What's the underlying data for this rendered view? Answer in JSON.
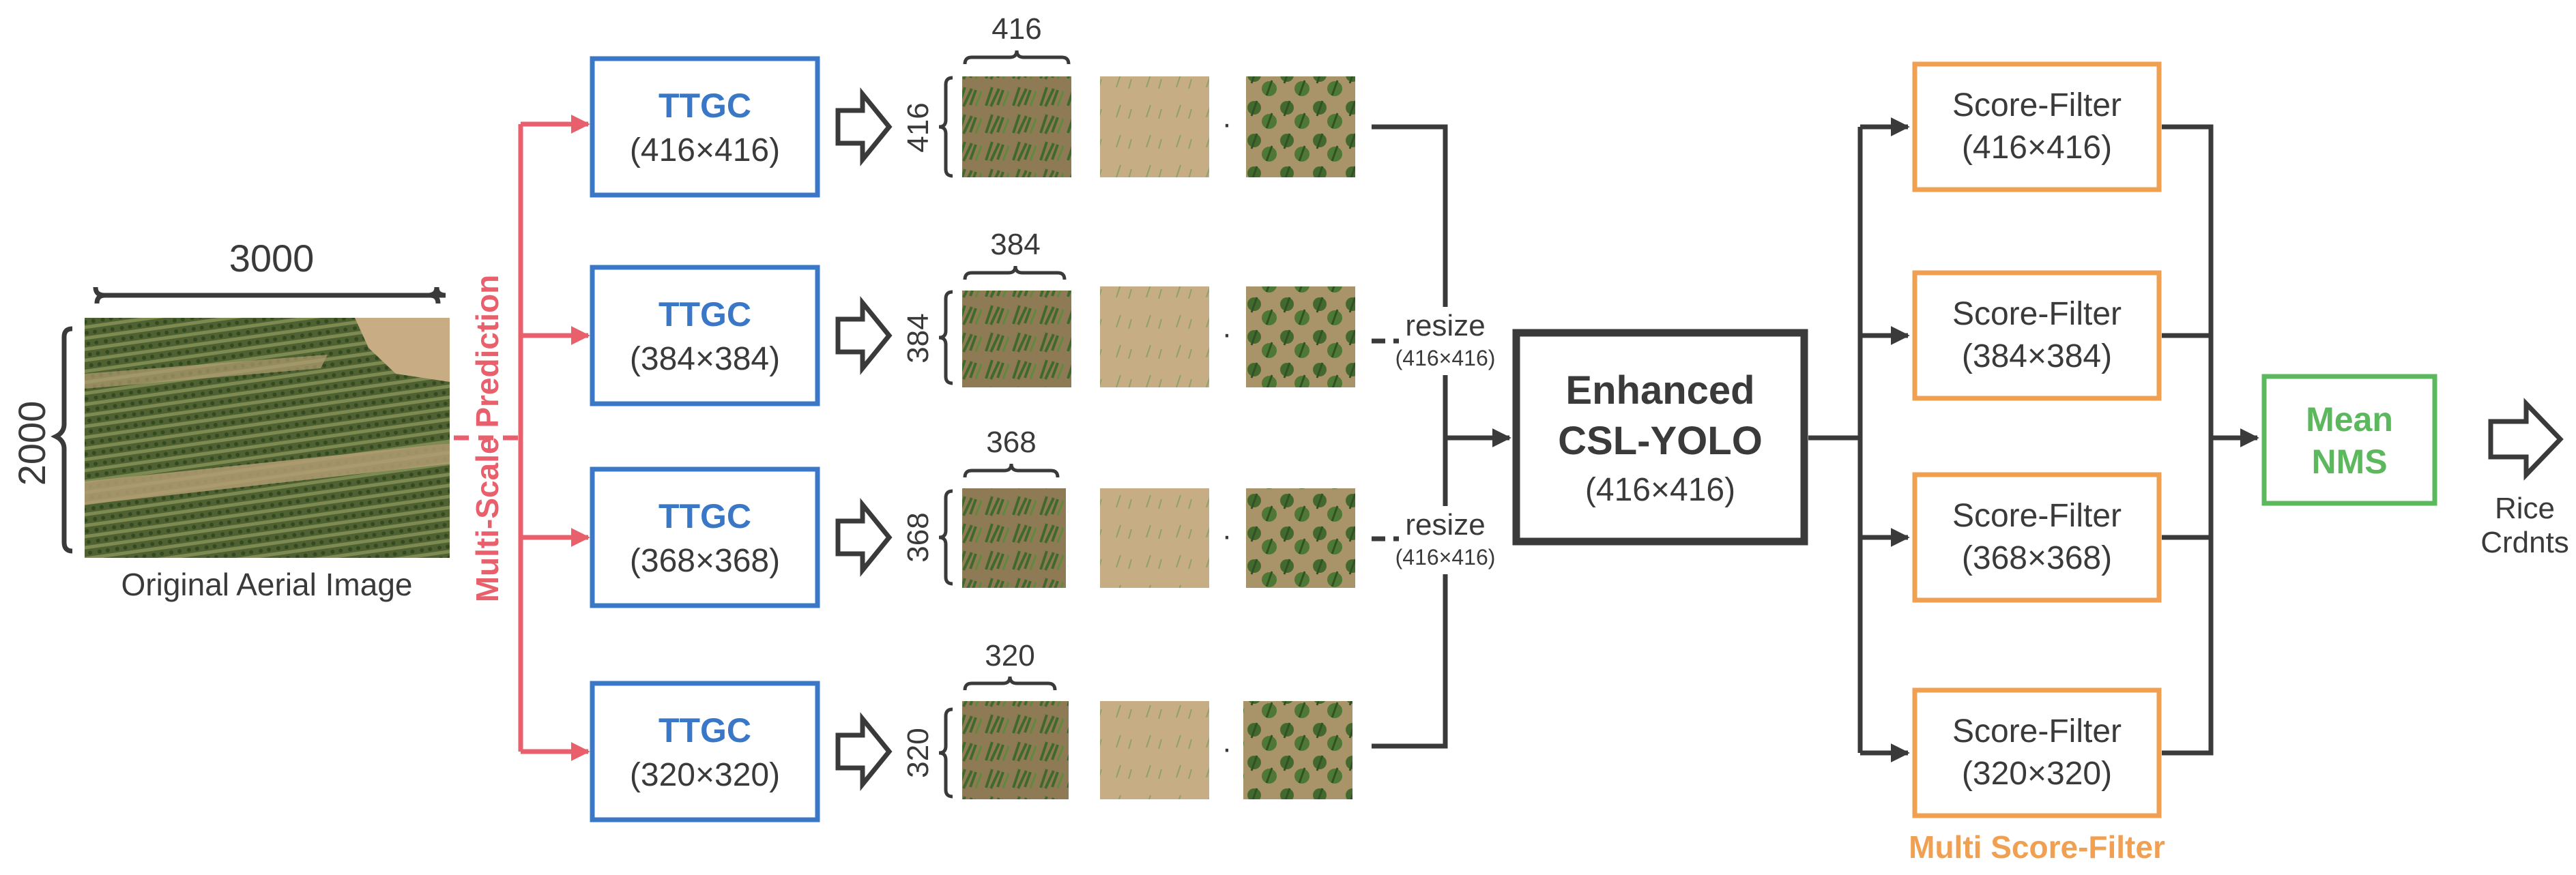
{
  "original_image": {
    "caption": "Original Aerial Image",
    "width_label": "3000",
    "height_label": "2000"
  },
  "multi_scale_label": "Multi-Scale Prediction",
  "scales": [
    {
      "ttgc_title": "TTGC",
      "ttgc_size": "(416×416)",
      "crop_size": "416"
    },
    {
      "ttgc_title": "TTGC",
      "ttgc_size": "(384×384)",
      "crop_size": "384"
    },
    {
      "ttgc_title": "TTGC",
      "ttgc_size": "(368×368)",
      "crop_size": "368"
    },
    {
      "ttgc_title": "TTGC",
      "ttgc_size": "(320×320)",
      "crop_size": "320"
    }
  ],
  "resize": [
    {
      "label": "resize",
      "size": "(416×416)"
    },
    {
      "label": "resize",
      "size": "(416×416)"
    }
  ],
  "detector": {
    "line1": "Enhanced",
    "line2": "CSL-YOLO",
    "size": "(416×416)"
  },
  "score_filters": [
    {
      "title": "Score-Filter",
      "size": "(416×416)"
    },
    {
      "title": "Score-Filter",
      "size": "(384×384)"
    },
    {
      "title": "Score-Filter",
      "size": "(368×368)"
    },
    {
      "title": "Score-Filter",
      "size": "(320×320)"
    }
  ],
  "multi_score_filter_label": "Multi Score-Filter",
  "nms": {
    "line1": "Mean",
    "line2": "NMS"
  },
  "output": {
    "line1": "Rice",
    "line2": "Crdnts"
  },
  "colors": {
    "ttgc": "#3a78c7",
    "multi_scale": "#e8606c",
    "score_filter": "#f0a050",
    "nms": "#5cb85c",
    "detector": "#3a3a3a",
    "line": "#3a3a3a",
    "field": "#5a6a38",
    "soil": "#c8ac84"
  }
}
